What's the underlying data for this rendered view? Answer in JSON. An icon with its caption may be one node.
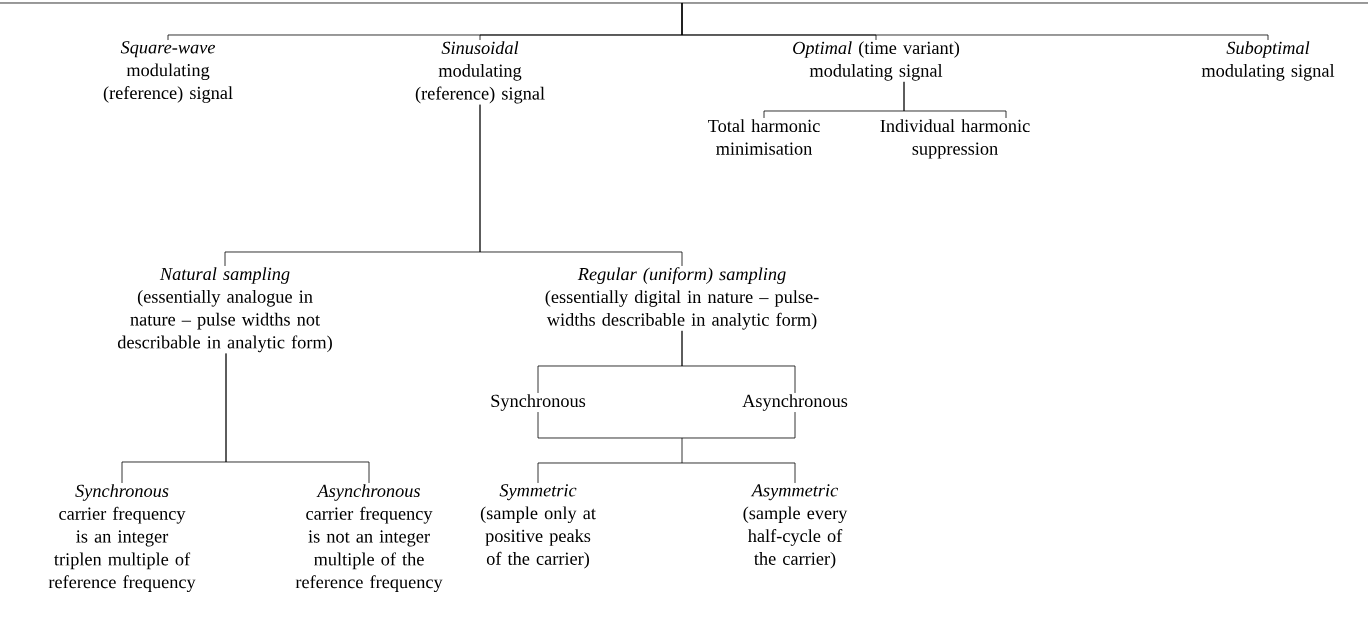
{
  "diagram": {
    "nodes": [
      {
        "text": [
          "Square-wave",
          "modulating (reference) signal"
        ]
      },
      {
        "text": [
          "Sinusoidal",
          "modulating (reference) signal"
        ]
      },
      {
        "text": [
          "*Optimal* (time variant) modulating signal"
        ]
      },
      {
        "text": [
          "Suboptimal",
          "modulating signal"
        ]
      },
      {
        "text": [
          "Total harmonic minimisation"
        ]
      },
      {
        "text": [
          "Individual harmonic suppression"
        ]
      },
      {
        "text": [
          "*Natural sampling* (essentially analogue in nature – pulse widths not describable in analytic form)"
        ]
      },
      {
        "text": [
          "Regular (uniform) sampling",
          "(essentially digital in nature – pulse-widths describable in analytic form)"
        ]
      },
      {
        "text": [
          "Synchronous"
        ]
      },
      {
        "text": [
          "Asynchronous"
        ]
      },
      {
        "text": [
          "Synchronous",
          "carrier frequency is an integer triplen multiple of reference frequency"
        ]
      },
      {
        "text": [
          "Asynchronous",
          "carrier frequency is not an integer multiple of the reference frequency"
        ]
      },
      {
        "text": [
          "Symmetric",
          "(sample only at positive peaks of the carrier)"
        ]
      },
      {
        "text": [
          "Asymmetric",
          "(sample every half-cycle of the carrier)"
        ]
      }
    ],
    "edges": [
      {
        "from": null,
        "to": 0,
        "arrow": "none"
      },
      {
        "from": null,
        "to": 1,
        "arrow": "none"
      },
      {
        "from": null,
        "to": 2,
        "arrow": "none"
      },
      {
        "from": null,
        "to": 3,
        "arrow": "none"
      },
      {
        "from": 2,
        "to": 4,
        "arrow": "none"
      },
      {
        "from": 2,
        "to": 5,
        "arrow": "none"
      },
      {
        "from": 1,
        "to": 6,
        "arrow": "none"
      },
      {
        "from": 1,
        "to": 7,
        "arrow": "none"
      },
      {
        "from": 7,
        "to": 8,
        "arrow": "none"
      },
      {
        "from": 7,
        "to": 9,
        "arrow": "none"
      },
      {
        "from": 6,
        "to": 10,
        "arrow": "none"
      },
      {
        "from": 6,
        "to": 11,
        "arrow": "none"
      },
      {
        "from": 8,
        "to": 12,
        "arrow": "none"
      },
      {
        "from": 8,
        "to": 13,
        "arrow": "none"
      },
      {
        "from": 9,
        "to": 12,
        "arrow": "none"
      },
      {
        "from": 9,
        "to": 13,
        "arrow": "none"
      }
    ]
  }
}
